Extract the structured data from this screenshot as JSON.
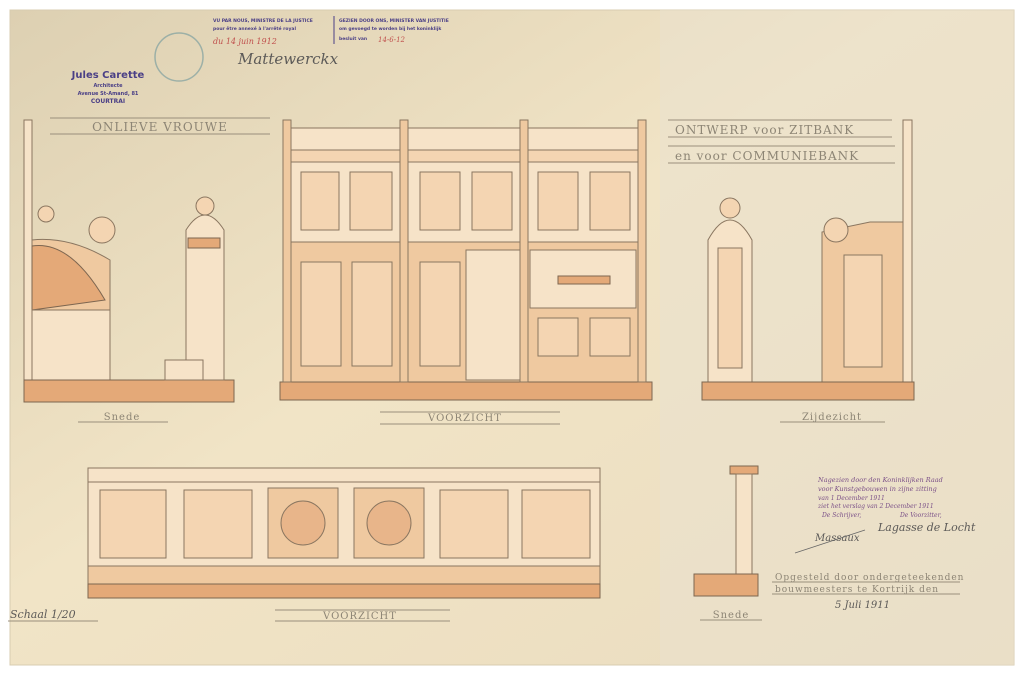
{
  "architect_stamp": {
    "name": "Jules Carette",
    "title": "Architecte",
    "address": "Avenue St-Amand, 81",
    "city": "COURTRAI"
  },
  "ministry_stamp_fr": {
    "line1": "VU PAR NOUS, MINISTRE DE LA JUSTICE",
    "line2": "pour être annexé à l'arrêté royal",
    "date": "du 14 juin 1912"
  },
  "ministry_stamp_nl": {
    "line1": "GEZIEN DOOR ONS, MINISTER VAN JUSTITIE",
    "line2": "om gevoegd te worden bij het koninklijk",
    "line3": "besluit van",
    "date": "14-6-12"
  },
  "minister_signature": "Mattewerckx",
  "titles": {
    "left": "ONLIEVE VROUWE",
    "right_line1": "ONTWERP voor ZITBANK",
    "right_line2": "en voor COMMUNIEBANK"
  },
  "view_labels": {
    "section_left": "Snede",
    "front_top": "VOORZICHT",
    "side_right": "Zijdezicht",
    "front_bottom": "VOORZICHT",
    "section_bottom": "Snede",
    "scale": "Schaal 1/20"
  },
  "commission_note": {
    "line1": "Nagezien door den Koninklijken Raad",
    "line2": "voor Kunstgebouwen in zijne zitting",
    "line3": "van 1 December 1911",
    "line4": "ziet het verslag van 2 December 1911",
    "secretary": "De Schrijver,",
    "president": "De Voorzitter,",
    "sig_secretary": "Massaux",
    "sig_president": "Lagasse de Locht"
  },
  "author_note": {
    "line1": "Opgesteld door ondergeteekenden",
    "line2": "bouwmeesters te Kortrijk den",
    "date": "5 Juli 1911"
  },
  "colors": {
    "paper": "#eadfc5",
    "wash": "#efc9a0",
    "ink": "#8a7660",
    "stamp": "#4a3f86"
  }
}
